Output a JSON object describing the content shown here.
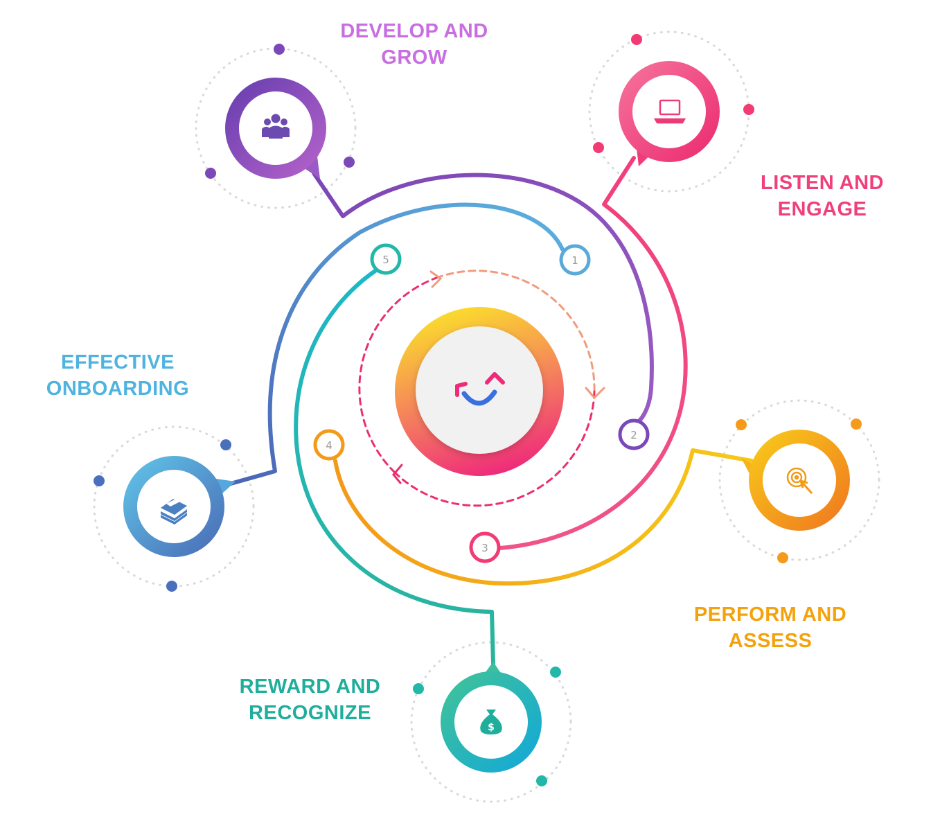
{
  "stages": [
    {
      "number": "1",
      "line1": "DEVELOP AND",
      "line2": "GROW",
      "color": "#c86ee0",
      "icon": "people-icon"
    },
    {
      "number": "2",
      "line1": "LISTEN AND",
      "line2": "ENGAGE",
      "color": "#f0407c",
      "icon": "laptop-icon"
    },
    {
      "number": "3",
      "line1": "PERFORM AND",
      "line2": "ASSESS",
      "color": "#f4a20c",
      "icon": "target-icon"
    },
    {
      "number": "4",
      "line1": "REWARD AND",
      "line2": "RECOGNIZE",
      "color": "#1fae9c",
      "icon": "money-bag-icon"
    },
    {
      "number": "5",
      "line1": "EFFECTIVE",
      "line2": "ONBOARDING",
      "color": "#4fb3e0",
      "icon": "book-icon"
    }
  ],
  "center": {
    "icon": "smile-arrows-logo-icon"
  }
}
